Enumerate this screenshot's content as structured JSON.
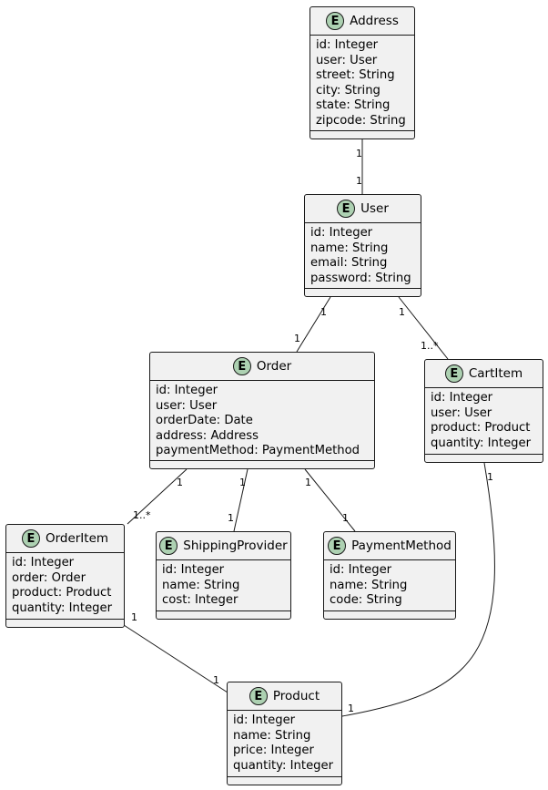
{
  "entities": {
    "address": {
      "badge": "E",
      "name": "Address",
      "fields": [
        "id: Integer",
        "user: User",
        "street: String",
        "city: String",
        "state: String",
        "zipcode: String"
      ]
    },
    "user": {
      "badge": "E",
      "name": "User",
      "fields": [
        "id: Integer",
        "name: String",
        "email: String",
        "password: String"
      ]
    },
    "order": {
      "badge": "E",
      "name": "Order",
      "fields": [
        "id: Integer",
        "user: User",
        "orderDate: Date",
        "address: Address",
        "paymentMethod: PaymentMethod"
      ]
    },
    "cartitem": {
      "badge": "E",
      "name": "CartItem",
      "fields": [
        "id: Integer",
        "user: User",
        "product: Product",
        "quantity: Integer"
      ]
    },
    "orderitem": {
      "badge": "E",
      "name": "OrderItem",
      "fields": [
        "id: Integer",
        "order: Order",
        "product: Product",
        "quantity: Integer"
      ]
    },
    "shippingprovider": {
      "badge": "E",
      "name": "ShippingProvider",
      "fields": [
        "id: Integer",
        "name: String",
        "cost: Integer"
      ]
    },
    "paymentmethod": {
      "badge": "E",
      "name": "PaymentMethod",
      "fields": [
        "id: Integer",
        "name: String",
        "code: String"
      ]
    },
    "product": {
      "badge": "E",
      "name": "Product",
      "fields": [
        "id: Integer",
        "name: String",
        "price: Integer",
        "quantity: Integer"
      ]
    }
  },
  "relations": [
    {
      "from": "address",
      "to": "user",
      "from_mult": "1",
      "to_mult": "1"
    },
    {
      "from": "user",
      "to": "order",
      "from_mult": "1",
      "to_mult": "1"
    },
    {
      "from": "user",
      "to": "cartitem",
      "from_mult": "1",
      "to_mult": "1..*"
    },
    {
      "from": "order",
      "to": "orderitem",
      "from_mult": "1",
      "to_mult": "1..*"
    },
    {
      "from": "order",
      "to": "shippingprovider",
      "from_mult": "1",
      "to_mult": "1"
    },
    {
      "from": "order",
      "to": "paymentmethod",
      "from_mult": "1",
      "to_mult": "1"
    },
    {
      "from": "orderitem",
      "to": "product",
      "from_mult": "1",
      "to_mult": "1"
    },
    {
      "from": "cartitem",
      "to": "product",
      "from_mult": "1",
      "to_mult": "1"
    }
  ],
  "colors": {
    "entity_fill": "#F1F1F1",
    "badge_fill": "#ADD1B2",
    "stroke": "#181818"
  }
}
